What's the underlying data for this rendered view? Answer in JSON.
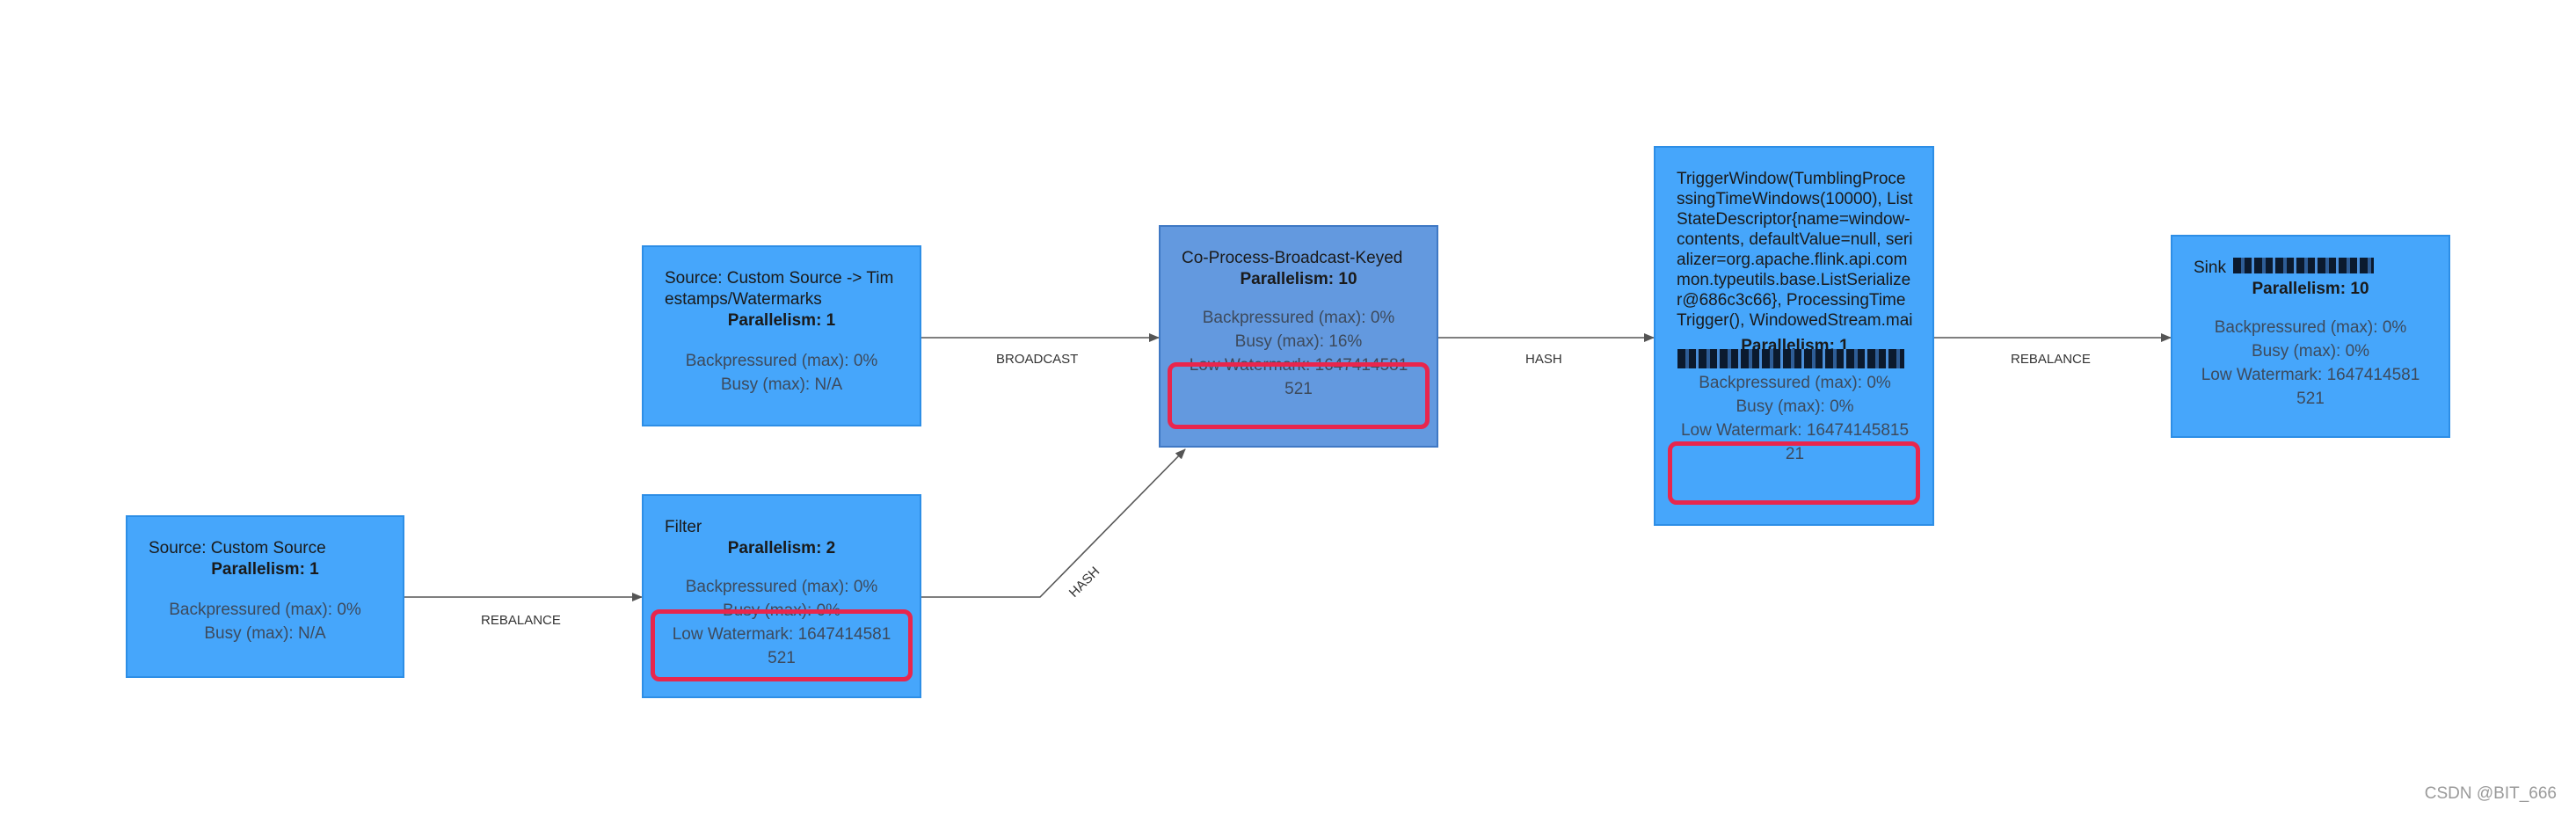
{
  "nodes": {
    "source1": {
      "name": "Source: Custom Source",
      "parallelism": "Parallelism: 1",
      "backpressured": "Backpressured (max): 0%",
      "busy": "Busy (max): N/A"
    },
    "source2": {
      "name": "Source: Custom Source -> Timestamps/Watermarks",
      "parallelism": "Parallelism: 1",
      "backpressured": "Backpressured (max): 0%",
      "busy": "Busy (max): N/A"
    },
    "filter": {
      "name": "Filter",
      "parallelism": "Parallelism: 2",
      "backpressured": "Backpressured (max): 0%",
      "busy": "Busy (max): 0%",
      "low_watermark": "Low Watermark: 1647414581521"
    },
    "coprocess": {
      "name": "Co-Process-Broadcast-Keyed",
      "parallelism": "Parallelism: 10",
      "backpressured": "Backpressured (max): 0%",
      "busy": "Busy (max): 16%",
      "low_watermark": "Low Watermark: 1647414581521"
    },
    "trigger": {
      "name": "TriggerWindow(TumblingProcessingTimeWindows(10000), ListStateDescriptor{name=window-contents, defaultValue=null, serializer=org.apache.flink.api.common.typeutils.base.ListSerializer@686c3c66}, ProcessingTimeTrigger(), WindowedStream.mai",
      "parallelism": "Parallelism: 1",
      "backpressured": "Backpressured (max): 0%",
      "busy": "Busy (max): 0%",
      "low_watermark": "Low Watermark: 1647414581521"
    },
    "sink": {
      "name": "Sink",
      "parallelism": "Parallelism: 10",
      "backpressured": "Backpressured (max): 0%",
      "busy": "Busy (max): 0%",
      "low_watermark": "Low Watermark: 1647414581521"
    }
  },
  "edges": {
    "source1_filter": "REBALANCE",
    "source2_coprocess": "BROADCAST",
    "filter_coprocess": "HASH",
    "coprocess_trigger": "HASH",
    "trigger_sink": "REBALANCE"
  },
  "watermark": "CSDN @BIT_666",
  "colors": {
    "node_fill": "#46a6fb",
    "node_fill_highlight": "#6399df",
    "highlight_box": "#e8264d",
    "edge": "#555555"
  }
}
